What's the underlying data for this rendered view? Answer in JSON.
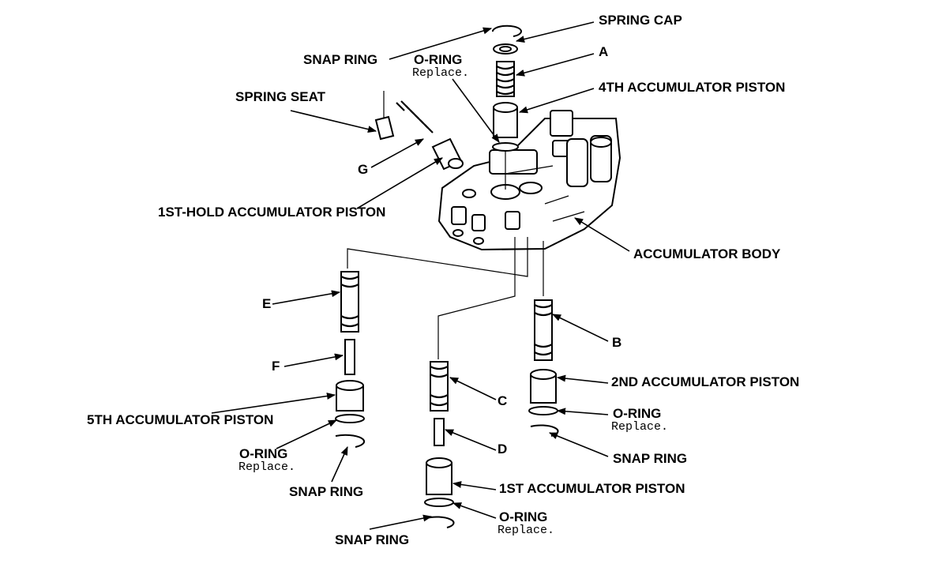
{
  "labels": {
    "spring_cap": "SPRING CAP",
    "snap_ring_top": "SNAP RING",
    "oring_top": "O-RING",
    "oring_top_note": "Replace.",
    "a": "A",
    "fourth_piston": "4TH ACCUMULATOR PISTON",
    "spring_seat": "SPRING SEAT",
    "g": "G",
    "first_hold_piston": "1ST-HOLD ACCUMULATOR PISTON",
    "accumulator_body": "ACCUMULATOR BODY",
    "e": "E",
    "b": "B",
    "f": "F",
    "second_piston": "2ND ACCUMULATOR PISTON",
    "c": "C",
    "fifth_piston": "5TH ACCUMULATOR PISTON",
    "oring_2nd": "O-RING",
    "oring_2nd_note": "Replace.",
    "d": "D",
    "snap_ring_2nd": "SNAP RING",
    "oring_5th": "O-RING",
    "oring_5th_note": "Replace.",
    "snap_ring_5th": "SNAP RING",
    "first_piston": "1ST ACCUMULATOR PISTON",
    "oring_1st": "O-RING",
    "oring_1st_note": "Replace.",
    "snap_ring_1st": "SNAP RING"
  }
}
